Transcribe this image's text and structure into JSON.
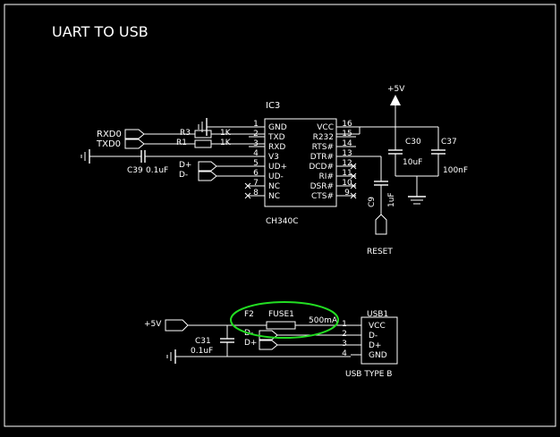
{
  "title": "UART TO USB",
  "ic3": {
    "ref": "IC3",
    "part": "CH340C",
    "left_pins": [
      {
        "num": "1",
        "name": "GND"
      },
      {
        "num": "2",
        "name": "TXD"
      },
      {
        "num": "3",
        "name": "RXD"
      },
      {
        "num": "4",
        "name": "V3"
      },
      {
        "num": "5",
        "name": "UD+"
      },
      {
        "num": "6",
        "name": "UD-"
      },
      {
        "num": "7",
        "name": "NC"
      },
      {
        "num": "8",
        "name": "NC"
      }
    ],
    "right_pins": [
      {
        "num": "16",
        "name": "VCC"
      },
      {
        "num": "15",
        "name": "R232"
      },
      {
        "num": "14",
        "name": "RTS#"
      },
      {
        "num": "13",
        "name": "DTR#"
      },
      {
        "num": "12",
        "name": "DCD#"
      },
      {
        "num": "11",
        "name": "RI#"
      },
      {
        "num": "10",
        "name": "DSR#"
      },
      {
        "num": "9",
        "name": "CTS#"
      }
    ]
  },
  "nets": {
    "rxd0": "RXD0",
    "txd0": "TXD0",
    "d_plus": "D+",
    "d_minus": "D-",
    "plus5v_top": "+5V",
    "plus5v_left": "+5V",
    "reset": "RESET"
  },
  "resistors": {
    "r3": {
      "ref": "R3",
      "value": "1K"
    },
    "r1": {
      "ref": "R1",
      "value": "1K"
    }
  },
  "capacitors": {
    "c39": {
      "ref": "C39",
      "value": "0.1uF"
    },
    "c30": {
      "ref": "C30",
      "value": "10uF"
    },
    "c37": {
      "ref": "C37",
      "value": "100nF"
    },
    "c9": {
      "ref": "C9",
      "value": "1uF"
    },
    "c31": {
      "ref": "C31",
      "value": "0.1uF"
    }
  },
  "fuse": {
    "ref": "F2",
    "name": "FUSE1",
    "rating": "500mA"
  },
  "usb": {
    "ref": "USB1",
    "type": "USB TYPE B",
    "pins": [
      {
        "num": "1",
        "name": "VCC"
      },
      {
        "num": "2",
        "name": "D-"
      },
      {
        "num": "3",
        "name": "D+"
      },
      {
        "num": "4",
        "name": "GND"
      }
    ],
    "net_labels": {
      "d_minus": "D-",
      "d_plus": "D+"
    }
  },
  "colors": {
    "background": "#000000",
    "wire": "#ffffff",
    "highlight": "#22dd22"
  }
}
